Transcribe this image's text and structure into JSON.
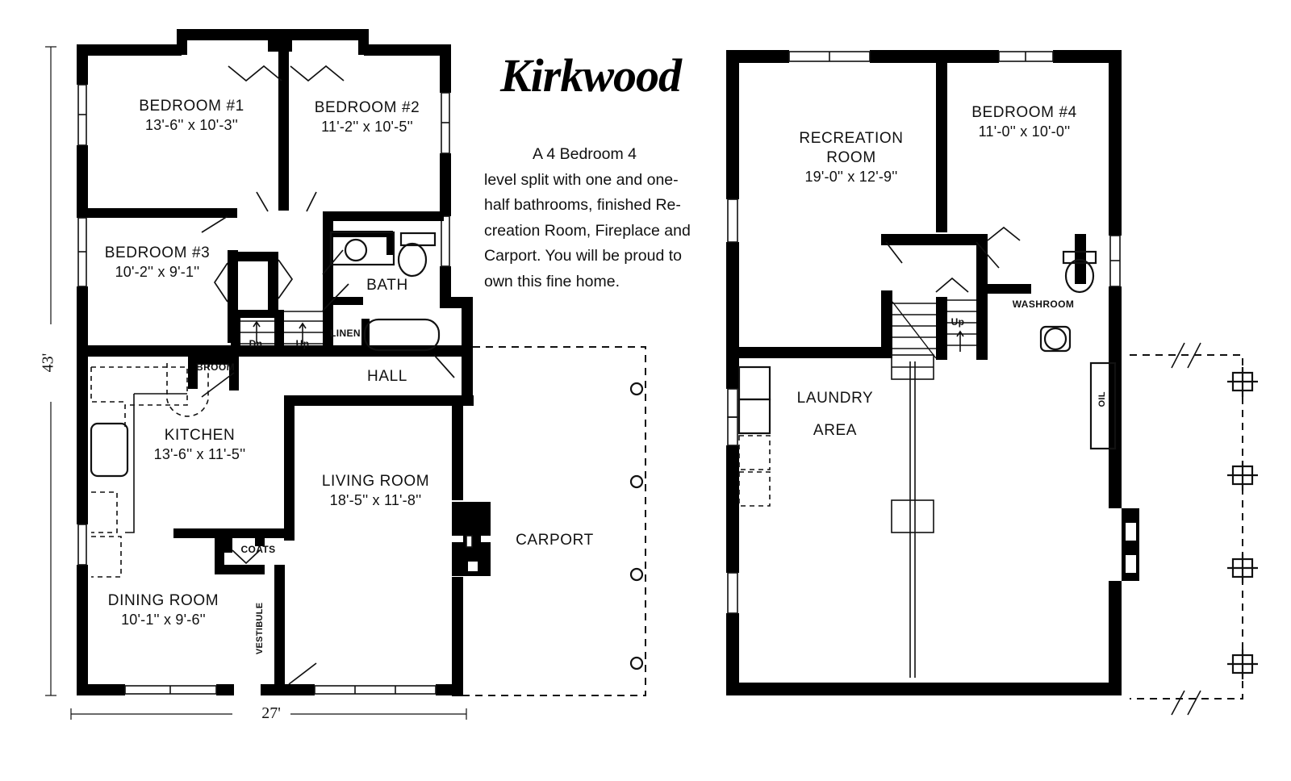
{
  "title": "Kirkwood",
  "description": {
    "line1": "A 4 Bedroom 4",
    "line2": "level split with one and one-",
    "line3": "half bathrooms, finished Re-",
    "line4": "creation Room, Fireplace and",
    "line5": "Carport. You will be proud to",
    "line6": "own this fine home."
  },
  "upper_plan": {
    "rooms": [
      {
        "name": "BEDROOM #1",
        "dim": "13'-6'' x 10'-3''"
      },
      {
        "name": "BEDROOM #2",
        "dim": "11'-2'' x 10'-5''"
      },
      {
        "name": "BEDROOM #3",
        "dim": "10'-2'' x 9'-1''"
      },
      {
        "name": "BATH",
        "dim": ""
      },
      {
        "name": "HALL",
        "dim": ""
      },
      {
        "name": "KITCHEN",
        "dim": "13'-6'' x 11'-5''"
      },
      {
        "name": "LIVING ROOM",
        "dim": "18'-5'' x 11'-8''"
      },
      {
        "name": "DINING ROOM",
        "dim": "10'-1'' x 9'-6''"
      },
      {
        "name": "CARPORT",
        "dim": ""
      }
    ],
    "closets": [
      {
        "label": "LINEN"
      },
      {
        "label": "BROOM"
      },
      {
        "label": "COATS"
      },
      {
        "label": "VESTIBULE"
      }
    ],
    "stairs": [
      {
        "label": "Dn"
      },
      {
        "label": "Up"
      }
    ],
    "dimensions": {
      "height": "43'",
      "width": "27'"
    }
  },
  "lower_plan": {
    "rooms": [
      {
        "name": "RECREATION",
        "name2": "ROOM",
        "dim": "19'-0'' x 12'-9''"
      },
      {
        "name": "BEDROOM #4",
        "dim": "11'-0'' x 10'-0''"
      },
      {
        "name": "LAUNDRY",
        "name2": "AREA",
        "dim": ""
      },
      {
        "name": "WASHROOM",
        "dim": ""
      }
    ],
    "labels": [
      {
        "text": "OIL"
      },
      {
        "text": "Up"
      }
    ]
  },
  "colors": {
    "wall": "#000000",
    "paper": "#ffffff",
    "text": "#111111",
    "thin": "#1a1a1a"
  }
}
